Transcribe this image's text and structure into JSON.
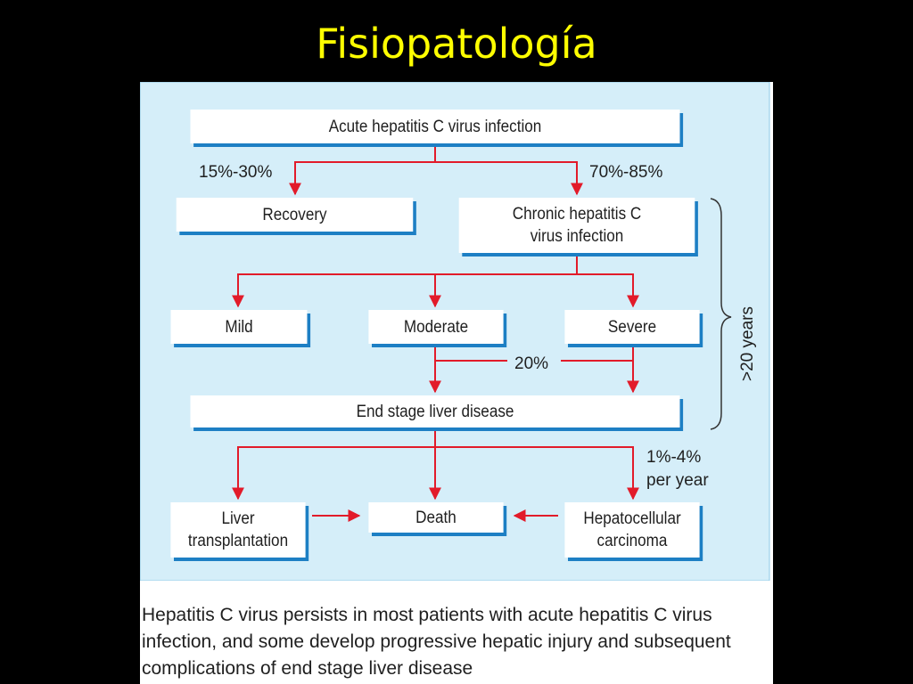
{
  "title": "Fisiopatología",
  "diagram": {
    "nodes": {
      "acute": "Acute hepatitis C virus infection",
      "recovery": "Recovery",
      "chronic_line1": "Chronic hepatitis C",
      "chronic_line2": "virus infection",
      "mild": "Mild",
      "moderate": "Moderate",
      "severe": "Severe",
      "end_stage": "End stage liver disease",
      "liver_tx_line1": "Liver",
      "liver_tx_line2": "transplantation",
      "death": "Death",
      "hcc_line1": "Hepatocellular",
      "hcc_line2": "carcinoma"
    },
    "edge_labels": {
      "to_recovery": "15%-30%",
      "to_chronic": "70%-85%",
      "to_end_stage": "20%",
      "to_hcc_line1": "1%-4%",
      "to_hcc_line2": "per year",
      "duration": ">20 years"
    },
    "caption": "Hepatitis C virus persists in most patients with acute hepatitis C virus infection, and some develop progressive hepatic injury and subsequent complications of end stage liver disease"
  },
  "colors": {
    "title": "#ffff00",
    "panel_background": "#d5eef9",
    "arrow": "#e21b2a",
    "box_shadow": "#1d7fc4"
  }
}
